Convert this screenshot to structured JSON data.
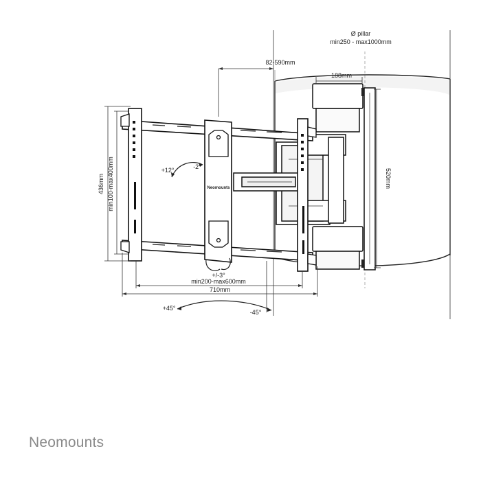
{
  "pillar": {
    "label": "Ø pillar",
    "range": "min250 - max1000mm"
  },
  "dimensions": {
    "arm_extension": "82-590mm",
    "wall_plate_width": "188mm",
    "wall_plate_height": "520mm",
    "frame_height": "436mm",
    "vesa_vertical": "min100-max400mm",
    "vesa_horizontal": "min200-max600mm",
    "frame_width": "710mm"
  },
  "angles": {
    "tilt_up": "+12°",
    "tilt_down": "-2°",
    "rotation": "+/-3°",
    "swivel_left": "+45°",
    "swivel_right": "-45°"
  },
  "plate_logo": "Neomounts",
  "brand": "Neomounts"
}
